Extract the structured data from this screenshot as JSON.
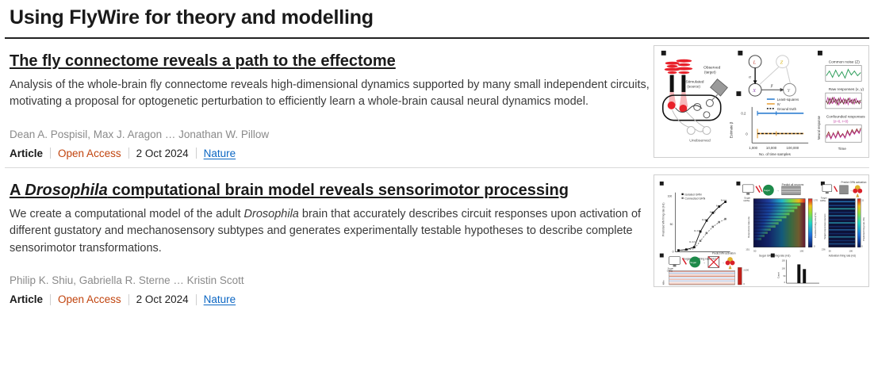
{
  "header": {
    "title": "Using FlyWire for theory and modelling"
  },
  "articles": [
    {
      "title_pre": "The fly connectome reveals a path to the effectome",
      "title_italic": "",
      "title_post": "",
      "description_pre": "Analysis of the whole-brain fly connectome reveals high-dimensional dynamics supported by many small independent circuits, motivating a proposal for optogenetic perturbation to efficiently learn a whole-brain causal neural dynamics model.",
      "description_italic": "",
      "description_post": "",
      "authors": "Dean A. Pospisil, Max J. Aragon … Jonathan W. Pillow",
      "meta": {
        "type": "Article",
        "access": "Open Access",
        "date": "2 Oct 2024",
        "journal": "Nature"
      },
      "figure": {
        "name": "effectome-figure",
        "panels": [
          "a",
          "b",
          "c",
          "d"
        ],
        "panel_a_labels": [
          "Stimulated (source)",
          "Observed (target)",
          "Unobserved"
        ],
        "panel_b_nodes": [
          "L",
          "Z",
          "X",
          "Y"
        ],
        "panel_b_edge_labels": [
          "α",
          "β"
        ],
        "panel_c_titles": [
          "Common noise (Z)",
          "Raw responses (x, y)",
          "Confounded responses (z=0, r=0)"
        ],
        "panel_c_axis": [
          "Neural response",
          "Time"
        ],
        "panel_d_legend": [
          "Least-squares",
          "IV",
          "Ground truth"
        ],
        "panel_d_ylabel": "Estimate β",
        "panel_d_xlabel": "No. of time samples",
        "panel_d_yticks": [
          "0.2",
          "0"
        ],
        "panel_d_xticks": [
          "1,000",
          "10,000",
          "100,000"
        ]
      }
    },
    {
      "title_pre": "A ",
      "title_italic": "Drosophila",
      "title_post": " computational brain model reveals sensorimotor processing",
      "description_pre": "We create a computational model of the adult ",
      "description_italic": "Drosophila",
      "description_post": " brain that accurately describes circuit responses upon activation of different gustatory and mechanosensory subtypes and generates experimentally testable hypotheses to describe complete sensorimotor transformations.",
      "authors": "Philip K. Shiu, Gabriella R. Sterne … Kristin Scott",
      "meta": {
        "type": "Article",
        "access": "Open Access",
        "date": "2 Oct 2024",
        "journal": "Nature"
      },
      "figure": {
        "name": "drosophila-brain-model-figure",
        "panels": [
          "b",
          "c",
          "d",
          "e",
          "f",
          "g"
        ],
        "panel_b_legend": [
          "Isolated GRN",
          "Connected GRN"
        ],
        "panel_b_xlabel": "Sugar GRN firing rate (Hz)",
        "panel_b_ylabel": "Predicted MN firing rate (Hz)",
        "panel_c_title": "Predict all neurons",
        "panel_c_xlabel": "Sugar GRN firing rate (Hz)",
        "panel_c_ylabel": "Responsive neurons",
        "panel_d_title": "Predict GRN activation",
        "panel_d_xlabel": "Activation firing rate (Hz)",
        "panel_d_ylabel": "Target responsive neurons",
        "panel_f_title": "Predict MN activation",
        "panel_g_ylabel": "Count"
      }
    }
  ],
  "colors": {
    "link": "#0b66c3",
    "open_access": "#c1440e",
    "text": "#222222",
    "muted": "#8a8a8a",
    "divider": "#d9d9d9",
    "rule": "#222222"
  }
}
